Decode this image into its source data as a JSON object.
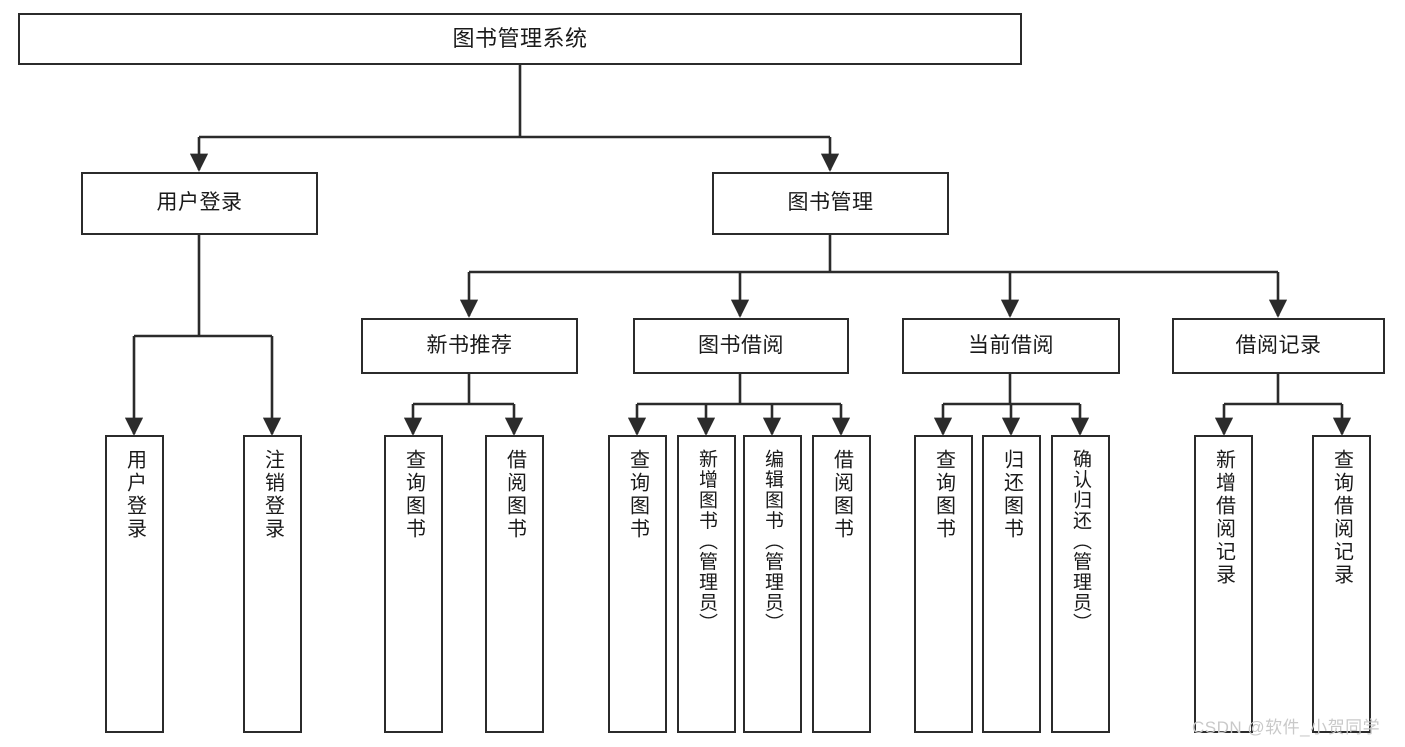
{
  "diagram": {
    "type": "tree-hierarchy-chart",
    "title": "图书管理系统",
    "watermark": "CSDN @软件_小贺同学",
    "colors": {
      "stroke": "#2b2b2b",
      "fill": "#ffffff",
      "text": "#1a1a1a",
      "watermark": "#c9c9c9"
    },
    "levels": {
      "root": {
        "label": "图书管理系统"
      },
      "level1": [
        {
          "id": "user-login",
          "label": "用户登录"
        },
        {
          "id": "book-management",
          "label": "图书管理"
        }
      ],
      "level2": [
        {
          "id": "new-book-recommend",
          "label": "新书推荐",
          "parent": "book-management"
        },
        {
          "id": "book-borrow",
          "label": "图书借阅",
          "parent": "book-management"
        },
        {
          "id": "current-borrow",
          "label": "当前借阅",
          "parent": "book-management"
        },
        {
          "id": "borrow-record",
          "label": "借阅记录",
          "parent": "book-management"
        }
      ],
      "leaves": [
        {
          "id": "leaf-user-login",
          "label": "用户登录",
          "parent": "user-login"
        },
        {
          "id": "leaf-logout-login",
          "label": "注销登录",
          "parent": "user-login"
        },
        {
          "id": "leaf-query-book-1",
          "label": "查询图书",
          "parent": "new-book-recommend"
        },
        {
          "id": "leaf-borrow-book-1",
          "label": "借阅图书",
          "parent": "new-book-recommend"
        },
        {
          "id": "leaf-query-book-2",
          "label": "查询图书",
          "parent": "book-borrow"
        },
        {
          "id": "leaf-add-book",
          "label": "新增图书（管理员）",
          "parent": "book-borrow"
        },
        {
          "id": "leaf-edit-book",
          "label": "编辑图书（管理员）",
          "parent": "book-borrow"
        },
        {
          "id": "leaf-borrow-book-2",
          "label": "借阅图书",
          "parent": "book-borrow"
        },
        {
          "id": "leaf-query-book-3",
          "label": "查询图书",
          "parent": "current-borrow"
        },
        {
          "id": "leaf-return-book",
          "label": "归还图书",
          "parent": "current-borrow"
        },
        {
          "id": "leaf-confirm-return",
          "label": "确认归还（管理员）",
          "parent": "current-borrow"
        },
        {
          "id": "leaf-add-record",
          "label": "新增借阅记录",
          "parent": "borrow-record"
        },
        {
          "id": "leaf-query-record",
          "label": "查询借阅记录",
          "parent": "borrow-record"
        }
      ]
    }
  }
}
